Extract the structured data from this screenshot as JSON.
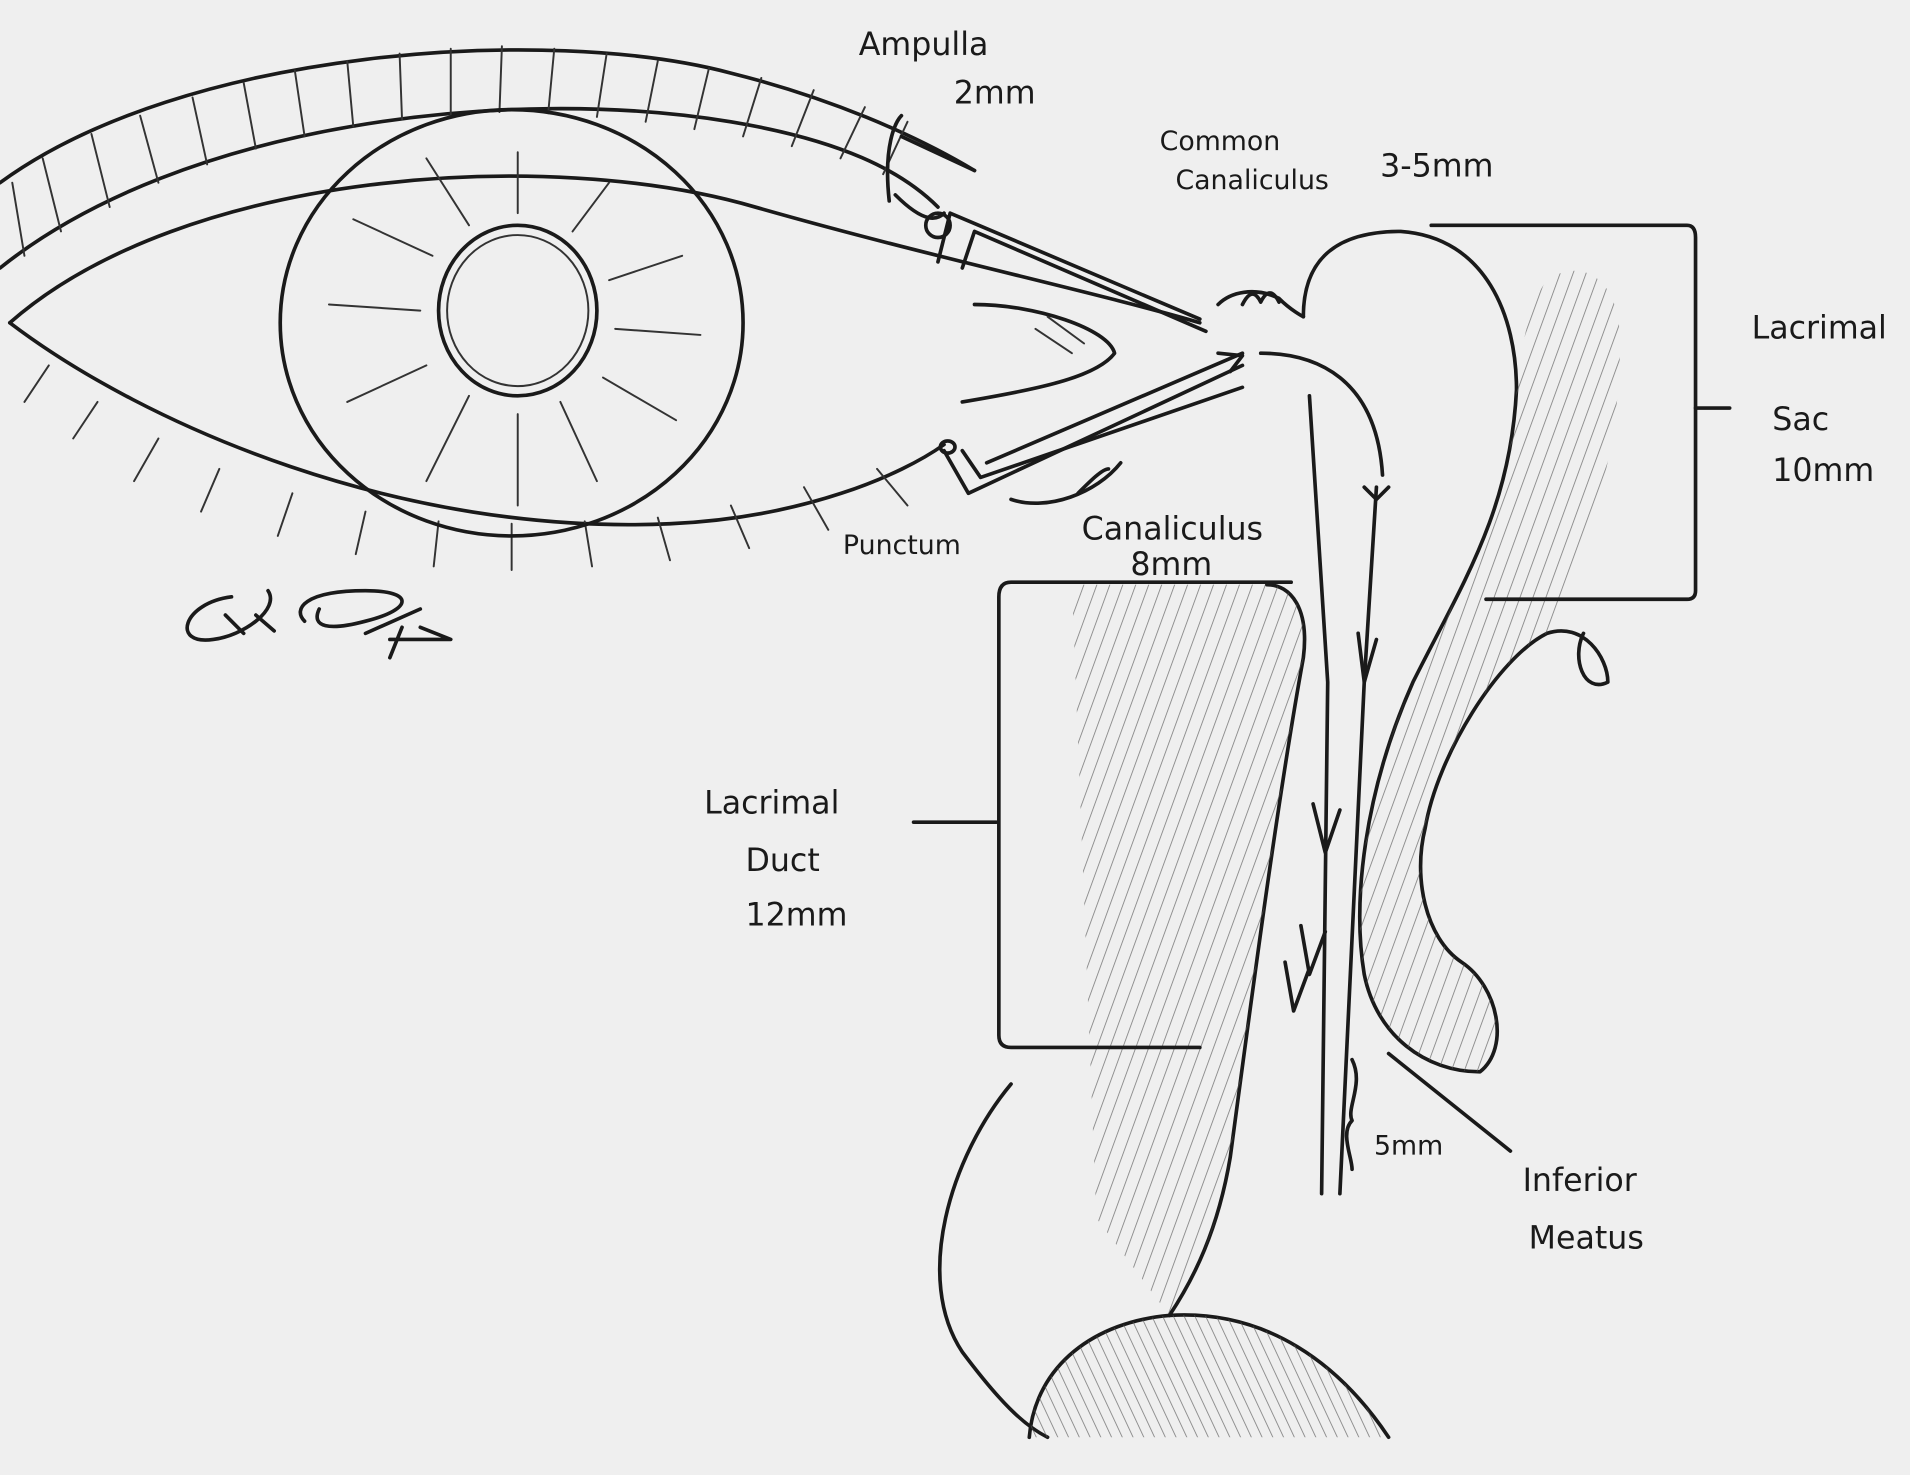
{
  "labels": {
    "ampulla": {
      "name": "Ampulla",
      "size": "2mm"
    },
    "common_canaliculus": {
      "name_line1": "Common",
      "name_line2": "Canaliculus",
      "size": "3-5mm"
    },
    "lacrimal_sac": {
      "name_line1": "Lacrimal",
      "name_line2": "Sac",
      "size": "10mm"
    },
    "punctum": {
      "name": "Punctum"
    },
    "canaliculus": {
      "name": "Canaliculus",
      "size": "8mm"
    },
    "lacrimal_duct": {
      "name_line1": "Lacrimal",
      "name_line2": "Duct",
      "size": "12mm"
    },
    "meatus_gap": {
      "size": "5mm"
    },
    "inferior_meatus": {
      "name_line1": "Inferior",
      "name_line2": "Meatus"
    }
  },
  "colors": {
    "paper": "#efefef",
    "ink": "#1a1a1a"
  }
}
